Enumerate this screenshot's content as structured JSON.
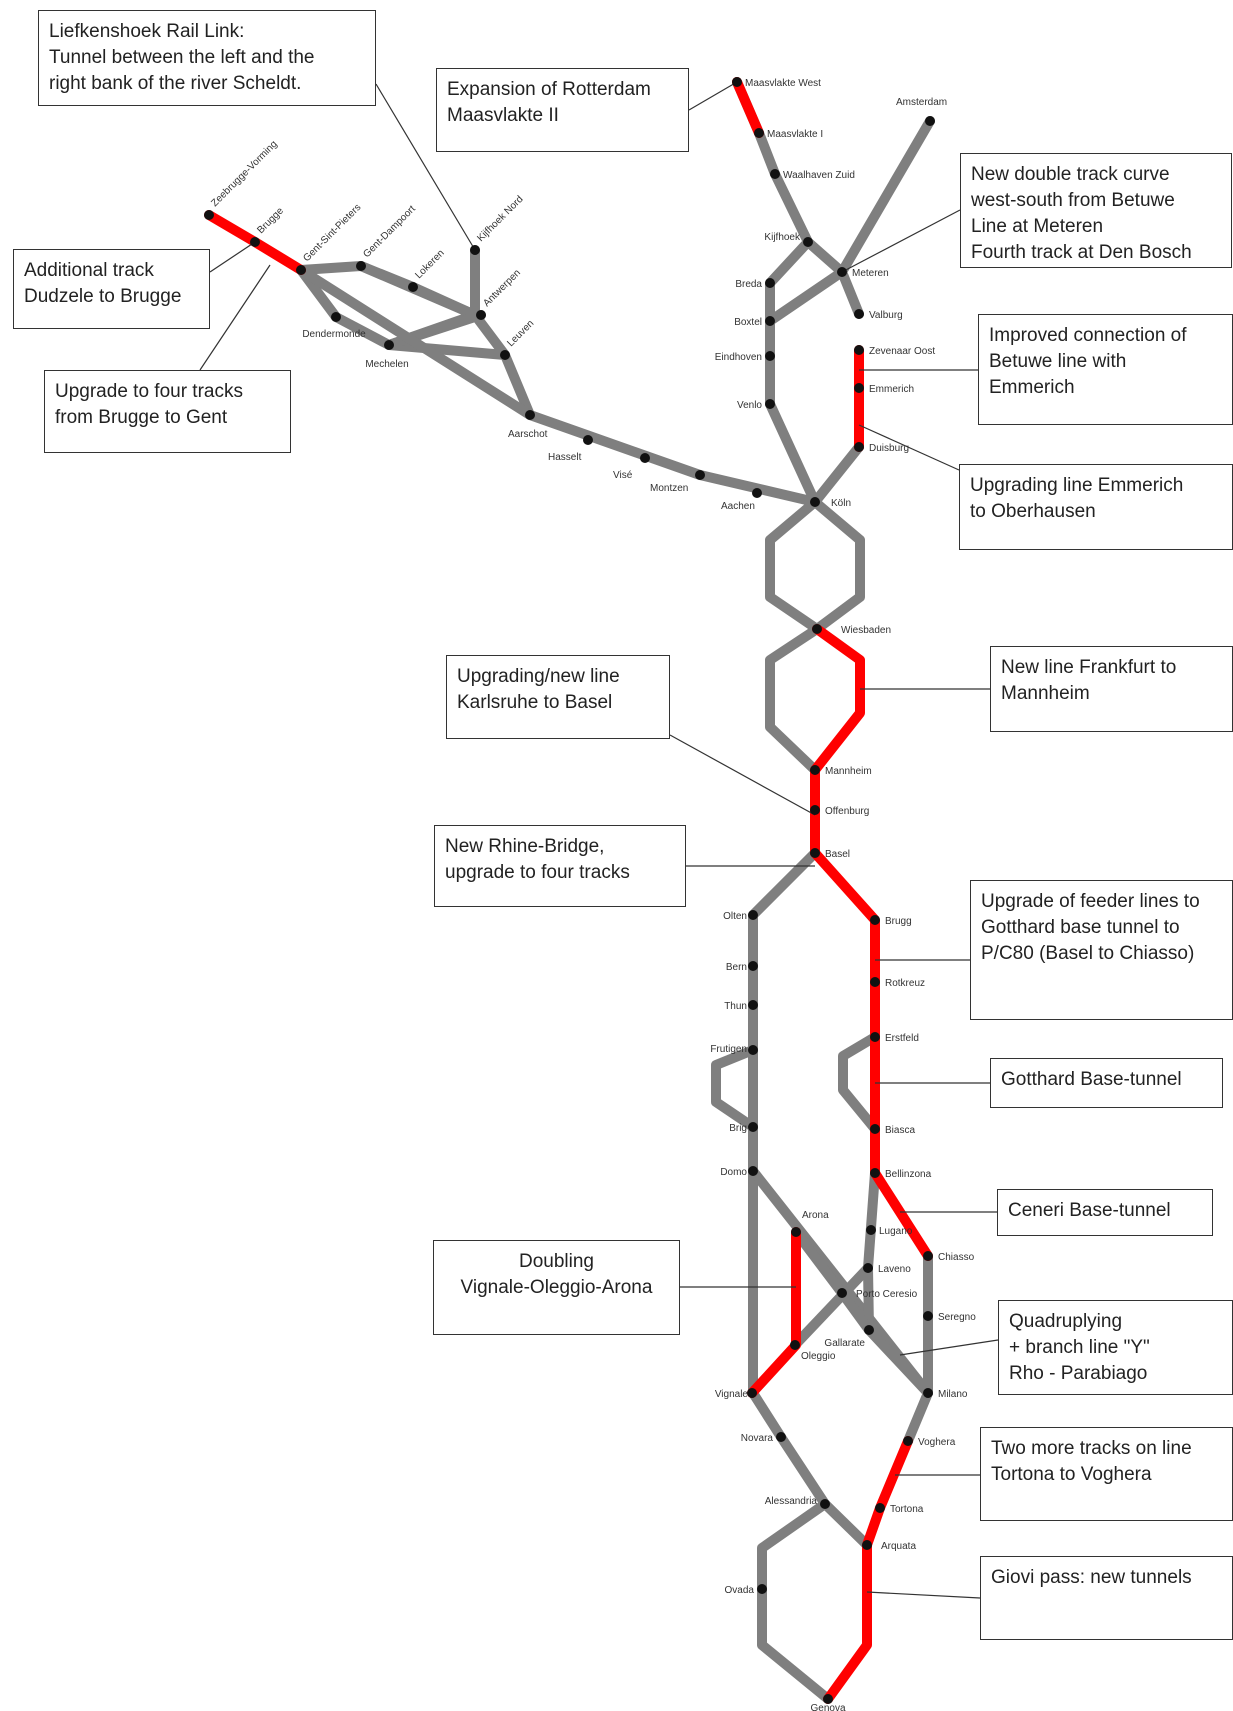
{
  "colors": {
    "existing_line": "#7f7f7f",
    "upgraded_line": "#ff0000",
    "station": "#111111"
  },
  "callouts": {
    "liefkenshoek": "Liefkenshoek Rail Link:\nTunnel between the left and the\nright bank of the river Scheldt.",
    "maasvlakte": "Expansion of Rotterdam\nMaasvlakte II",
    "betuwe_curve": "New double track curve\nwest-south from  Betuwe\nLine at Meteren\nFourth track at Den Bosch",
    "dudzele": "Additional track\nDudzele to Brugge",
    "brugge_gent": "Upgrade to four tracks\nfrom Brugge to Gent",
    "emmerich_connection": "Improved connection of\nBetuwe line with\nEmmerich",
    "emmerich_oberhausen": "Upgrading line Emmerich\nto Oberhausen",
    "karlsruhe_basel": "Upgrading/new line\nKarlsruhe to Basel",
    "frankfurt_mannheim": "New line Frankfurt to\nMannheim",
    "rhine_bridge": "New Rhine-Bridge,\nupgrade to four tracks",
    "gotthard_feeder": "Upgrade of feeder lines to\nGotthard base tunnel to\nP/C80 (Basel to Chiasso)",
    "gotthard_tunnel": "Gotthard Base-tunnel",
    "ceneri_tunnel": "Ceneri Base-tunnel",
    "vignale_arona": "Doubling\nVignale-Oleggio-Arona",
    "rho_parabiago": "Quadruplying\n+ branch line \"Y\"\nRho - Parabiago",
    "tortona_voghera": "Two more tracks on line\nTortona to Voghera",
    "giovi": "Giovi pass: new tunnels"
  },
  "stations": {
    "zeebrugge": "Zeebrugge-Vorming",
    "brugge": "Brugge",
    "gent": "Gent-Sint-Pieters",
    "gent_dampoort": "Gent-Dampoort",
    "lokeren": "Lokeren",
    "kijfhoek_nord": "Kijfhoek Nord",
    "antwerpen": "Antwerpen",
    "leuven": "Leuven",
    "dendermonde": "Dendermonde",
    "mechelen": "Mechelen",
    "aarschot": "Aarschot",
    "hasselt": "Hasselt",
    "visé": "Visé",
    "montzen": "Montzen",
    "aachen": "Aachen",
    "maasvlakte_west": "Maasvlakte West",
    "maasvlakte_i": "Maasvlakte I",
    "waalhaven_zuid": "Waalhaven Zuid",
    "kijfhoek": "Kijfhoek",
    "breda": "Breda",
    "boxtel": "Boxtel",
    "eindhoven": "Eindhoven",
    "venlo": "Venlo",
    "amsterdam": "Amsterdam",
    "meteren": "Meteren",
    "valburg": "Valburg",
    "zevenaar_oost": "Zevenaar Oost",
    "emmerich": "Emmerich",
    "duisburg": "Duisburg",
    "koln": "Köln",
    "wiesbaden": "Wiesbaden",
    "mannheim": "Mannheim",
    "offenburg": "Offenburg",
    "basel": "Basel",
    "olten": "Olten",
    "bern": "Bern",
    "thun": "Thun",
    "frutigen": "Frutigen",
    "brig": "Brig",
    "domo": "Domo",
    "brugg": "Brugg",
    "rotkreuz": "Rotkreuz",
    "erstfeld": "Erstfeld",
    "biasca": "Biasca",
    "bellinzona": "Bellinzona",
    "lugano": "Lugano",
    "chiasso": "Chiasso",
    "laveno": "Laveno",
    "arona": "Arona",
    "porto_ceresio": "Porto Ceresio",
    "seregno": "Seregno",
    "gallarate": "Gallarate",
    "oleggio": "Oleggio",
    "vignale": "Vignale",
    "milano": "Milano",
    "novara": "Novara",
    "voghera": "Voghera",
    "alessandria": "Alessandria",
    "tortona": "Tortona",
    "arquata": "Arquata",
    "ovada": "Ovada",
    "genova": "Genova"
  }
}
